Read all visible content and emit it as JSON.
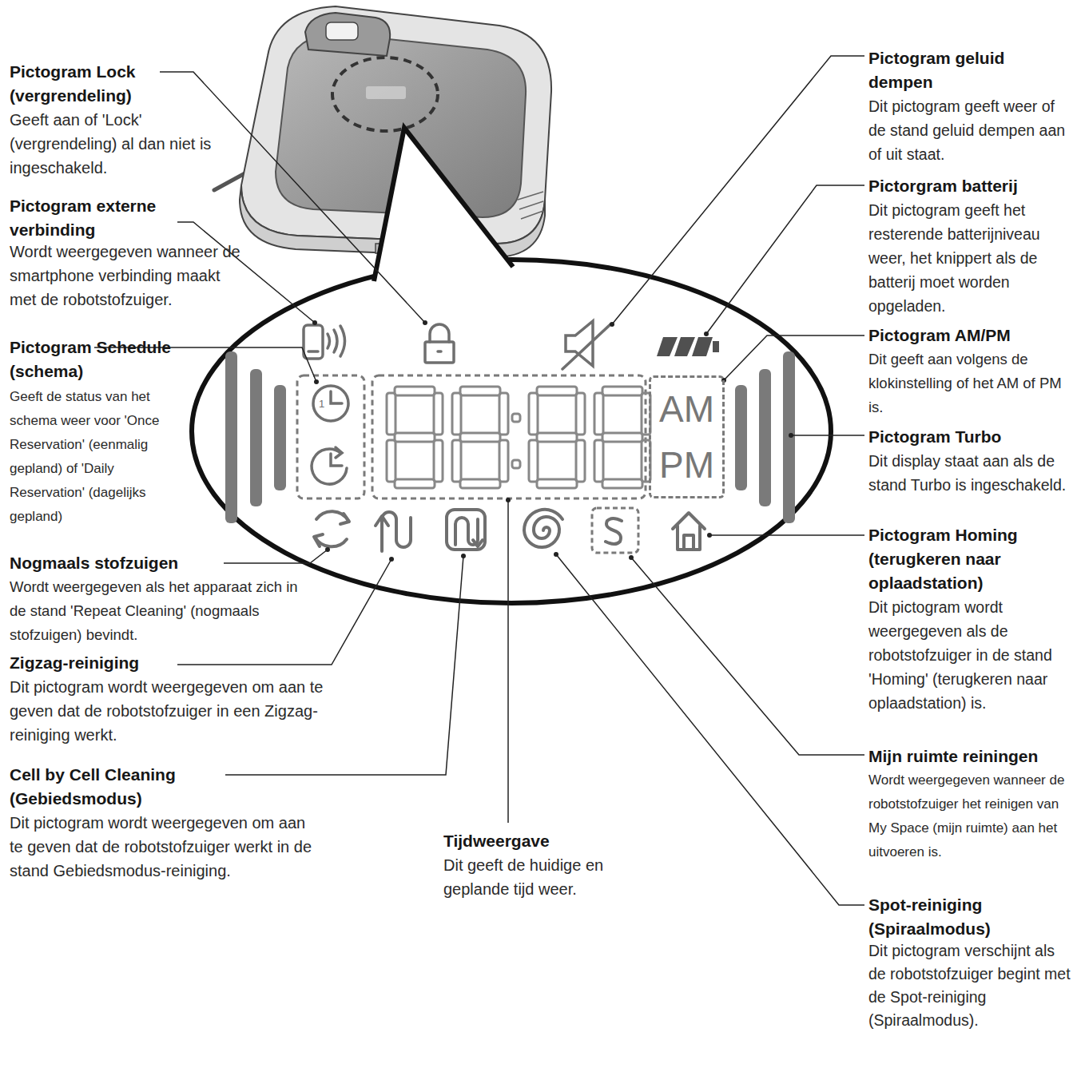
{
  "diagram": {
    "nodes": [
      {
        "text": [
          "AM",
          "PM"
        ]
      }
    ],
    "labels": [
      "Pictogram Lock (vergrendeling)",
      "Geeft aan of 'Lock' (vergrendeling) al dan niet is ingeschakeld.",
      "Pictogram externe verbinding",
      "Wordt weergegeven wanneer de smartphone verbinding maakt met de robotstofzuiger.",
      "Pictogram Schedule (schema)",
      "Geeft de status van het schema weer voor 'Once Reservation' (eenmalig gepland) of 'Daily Reservation' (dagelijks gepland)",
      "Nogmaals stofzuigen",
      "Wordt weergegeven als het apparaat zich in de stand 'Repeat Cleaning' (nogmaals stofzuigen) bevindt.",
      "Zigzag-reiniging",
      "Dit pictogram wordt weergegeven om aan te geven dat de robotstofzuiger in een Zigzag-reiniging werkt.",
      "Cell by Cell Cleaning (Gebiedsmodus)",
      "Dit pictogram wordt weergegeven om aan te geven dat de robotstofzuiger werkt in de stand Gebiedsmodus-reiniging.",
      "Tijdweergave",
      "Dit geeft de huidige en geplande tijd weer.",
      "Pictogram geluid dempen",
      "Dit pictogram geeft weer of de stand geluid dempen aan of uit staat.",
      "Pictorgram batterij",
      "Dit pictogram geeft het resterende batterijniveau weer, het knippert als de batterij moet worden opgeladen.",
      "Pictogram AM/PM",
      "Dit geeft aan volgens de klokinstelling of het AM of PM is.",
      "Pictogram Turbo",
      "Dit display staat aan als de stand Turbo is ingeschakeld.",
      "Pictogram Homing (terugkeren naar oplaadstation)",
      "Dit pictogram wordt weergegeven als de robotstofzuiger in de stand 'Homing' (terugkeren naar oplaadstation) is.",
      "Mijn ruimte reiningen",
      "Wordt weergegeven wanneer de robotstofzuiger het reinigen van My Space (mijn ruimte) aan het uitvoeren is.",
      "Spot-reiniging (Spiraalmodus)",
      "Dit pictogram verschijnt als de robotstofzuiger begint met de Spot-reiniging (Spiraalmodus).",
      "1"
    ]
  }
}
